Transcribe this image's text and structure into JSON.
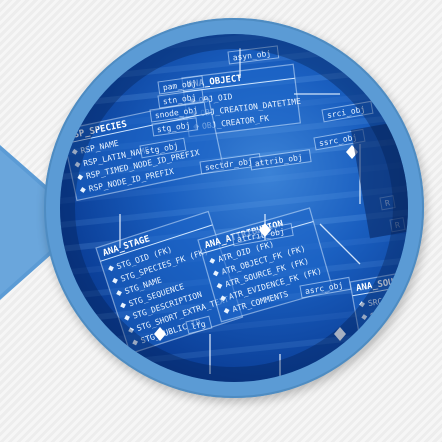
{
  "image": {
    "tables": [
      {
        "title": "ANA_OBJECT",
        "rows": [
          "OBJ_OID",
          "OBJ_CREATION_DATETIME",
          "OBJ_CREATOR_FK"
        ]
      },
      {
        "title": "RSP_SPECIES",
        "rows": [
          "RSP_NAME",
          "RSP_LATIN_NAME",
          "RSP_TIMED_NODE_ID_PREFIX",
          "RSP_NODE_ID_PREFIX"
        ]
      },
      {
        "title": "ANA_STAGE",
        "rows": [
          "STG_OID (FK)",
          "STG_SPECIES_FK (FK)",
          "STG_NAME",
          "STG_SEQUENCE",
          "STG_DESCRIPTION",
          "STG_SHORT_EXTRA_TEXT",
          "STG_PUBLIC_ID"
        ]
      },
      {
        "title": "ANA_ATTRIBUTION",
        "rows": [
          "ATR_OID (FK)",
          "ATR_OBJECT_FK (FK)",
          "ATR_SOURCE_FK (FK)",
          "ATR_EVIDENCE_FK (FK)",
          "ATR_COMMENTS"
        ]
      },
      {
        "title": "ANA_SOUR",
        "rows": [
          "SRC_O",
          "SRC",
          "SR"
        ]
      }
    ],
    "labels": [
      "asyn_obj",
      "pam_obj",
      "stn_obj",
      "snode_obj",
      "stg_obj",
      "sectdr_obj",
      "attrib_obj",
      "attrib_obj",
      "asrc_obj",
      "ssrc_obj",
      "lfg",
      "srci_obj",
      "stg_obj",
      "R",
      "R"
    ]
  }
}
